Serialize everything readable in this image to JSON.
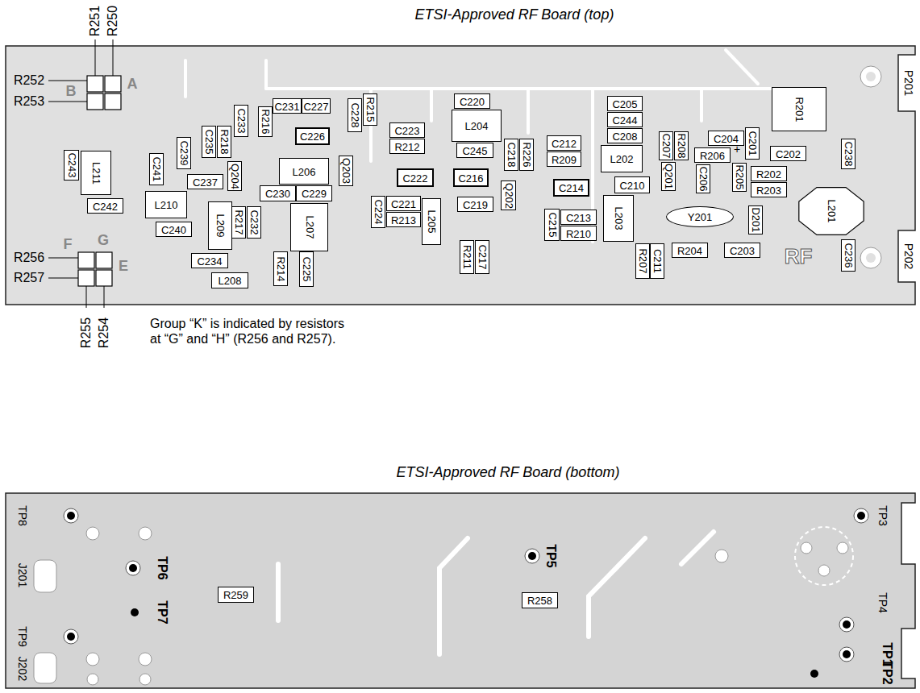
{
  "diagram": {
    "caption": "Group “K” is indicated by resistors at “G” and “H” (R256 and R257).",
    "nodes": [
      {
        "text": [
          "C231"
        ]
      },
      {
        "text": [
          "C227"
        ]
      },
      {
        "text": [
          "C226"
        ]
      },
      {
        "text": [
          "C228"
        ]
      },
      {
        "text": [
          "R215"
        ]
      },
      {
        "text": [
          "C223"
        ]
      },
      {
        "text": [
          "R212"
        ]
      },
      {
        "text": [
          "C220"
        ]
      },
      {
        "text": [
          "L204"
        ]
      },
      {
        "text": [
          "C245"
        ]
      },
      {
        "text": [
          "C222"
        ]
      },
      {
        "text": [
          "C216"
        ]
      },
      {
        "text": [
          "C218"
        ]
      },
      {
        "text": [
          "R226"
        ]
      },
      {
        "text": [
          "C212"
        ]
      },
      {
        "text": [
          "R209"
        ]
      },
      {
        "text": [
          "C214"
        ]
      },
      {
        "text": [
          "C205"
        ]
      },
      {
        "text": [
          "C244"
        ]
      },
      {
        "text": [
          "C208"
        ]
      },
      {
        "text": [
          "L202"
        ]
      },
      {
        "text": [
          "C207"
        ]
      },
      {
        "text": [
          "R208"
        ]
      },
      {
        "text": [
          "C204"
        ]
      },
      {
        "text": [
          "C201"
        ]
      },
      {
        "text": [
          "R206"
        ]
      },
      {
        "text": [
          "C202"
        ]
      },
      {
        "text": [
          "R201"
        ]
      },
      {
        "text": [
          "C238"
        ]
      },
      {
        "text": [
          "Q201"
        ]
      },
      {
        "text": [
          "C206"
        ]
      },
      {
        "text": [
          "C210"
        ]
      },
      {
        "text": [
          "R205"
        ]
      },
      {
        "text": [
          "R202"
        ]
      },
      {
        "text": [
          "R203"
        ]
      },
      {
        "text": [
          "D201"
        ]
      },
      {
        "text": [
          "L201"
        ]
      },
      {
        "text": [
          "Y201"
        ]
      },
      {
        "text": [
          "L203"
        ]
      },
      {
        "text": [
          "C213"
        ]
      },
      {
        "text": [
          "R210"
        ]
      },
      {
        "text": [
          "C215"
        ]
      },
      {
        "text": [
          "Q202"
        ]
      },
      {
        "text": [
          "C219"
        ]
      },
      {
        "text": [
          "L205"
        ]
      },
      {
        "text": [
          "C221"
        ]
      },
      {
        "text": [
          "R213"
        ]
      },
      {
        "text": [
          "C224"
        ]
      },
      {
        "text": [
          "R211"
        ]
      },
      {
        "text": [
          "C217"
        ]
      },
      {
        "text": [
          "R207"
        ]
      },
      {
        "text": [
          "C211"
        ]
      },
      {
        "text": [
          "R204"
        ]
      },
      {
        "text": [
          "C203"
        ]
      },
      {
        "text": [
          "C236"
        ]
      },
      {
        "text": [
          "L206"
        ]
      },
      {
        "text": [
          "Q203"
        ]
      },
      {
        "text": [
          "C230"
        ]
      },
      {
        "text": [
          "C229"
        ]
      },
      {
        "text": [
          "L207"
        ]
      },
      {
        "text": [
          "C225"
        ]
      },
      {
        "text": [
          "R214"
        ]
      },
      {
        "text": [
          "L208"
        ]
      },
      {
        "text": [
          "C234"
        ]
      },
      {
        "text": [
          "R217"
        ]
      },
      {
        "text": [
          "C232"
        ]
      },
      {
        "text": [
          "L209"
        ]
      },
      {
        "text": [
          "Q204"
        ]
      },
      {
        "text": [
          "R216"
        ]
      },
      {
        "text": [
          "C233"
        ]
      },
      {
        "text": [
          "R218"
        ]
      },
      {
        "text": [
          "C235"
        ]
      },
      {
        "text": [
          "C239"
        ]
      },
      {
        "text": [
          "C237"
        ]
      },
      {
        "text": [
          "C241"
        ]
      },
      {
        "text": [
          "L210"
        ]
      },
      {
        "text": [
          "C240"
        ]
      },
      {
        "text": [
          "L211"
        ]
      },
      {
        "text": [
          "C243"
        ]
      },
      {
        "text": [
          "C242"
        ]
      },
      {
        "text": [
          "R259"
        ]
      },
      {
        "text": [
          "R258"
        ]
      }
    ],
    "labels": [
      "ETSI-Approved RF Board (top)",
      "R251",
      "R250",
      "R252",
      "R253",
      "B",
      "A",
      "G",
      "F",
      "E",
      "R256",
      "R257",
      "R255",
      "R254",
      "P201",
      "P202",
      "+",
      "RF",
      "ETSI-Approved RF Board (bottom)",
      "TP8",
      "J201",
      "TP9",
      "J202",
      "TP6",
      "TP7",
      "TP5",
      "TP3",
      "TP4",
      "TP1",
      "TP2"
    ]
  }
}
